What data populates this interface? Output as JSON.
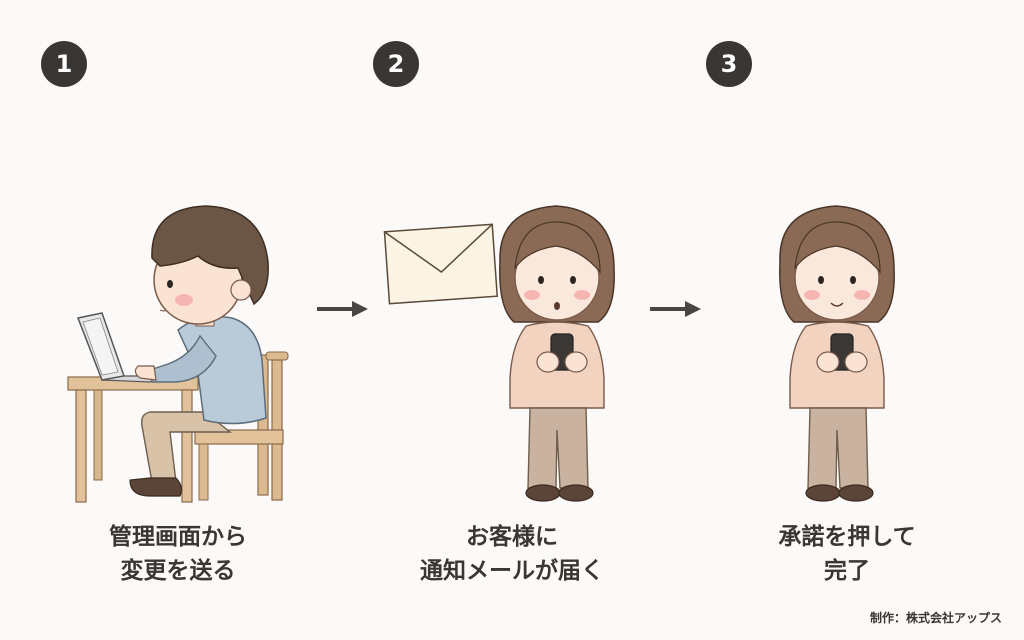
{
  "steps": [
    {
      "number": "1",
      "caption_line1": "管理画面から",
      "caption_line2": "変更を送る"
    },
    {
      "number": "2",
      "caption_line1": "お客様に",
      "caption_line2": "通知メールが届く"
    },
    {
      "number": "3",
      "caption_line1": "承諾を押して",
      "caption_line2": "完了"
    }
  ],
  "credit": "制作：株式会社アップス"
}
